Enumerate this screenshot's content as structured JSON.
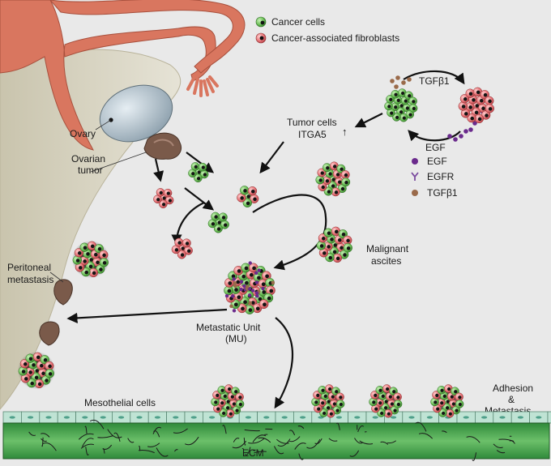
{
  "legend": {
    "cancer_cells": "Cancer cells",
    "cafs": "Cancer-associated fibroblasts",
    "egf": "EGF",
    "egfr": "EGFR",
    "tgfb1": "TGFβ1"
  },
  "loop": {
    "top_label": "TGFβ1",
    "bottom_label": "EGF"
  },
  "labels": {
    "ovary": "Ovary",
    "tumor_line1": "Ovarian",
    "tumor_line2": "tumor",
    "tumor_cells_line1": "Tumor cells",
    "tumor_cells_line2": "ITGA5",
    "up_arrow": "↑",
    "malignant_line1": "Malignant",
    "malignant_line2": "ascites",
    "peritoneal_line1": "Peritoneal",
    "peritoneal_line2": "metastasis",
    "mu_line1": "Metastatic Unit",
    "mu_line2": "(MU)",
    "mesothelial": "Mesothelial cells",
    "adhesion_line1": "Adhesion",
    "adhesion_line2": "&",
    "adhesion_line3": "Metastasis",
    "ecm": "ECM"
  },
  "colors": {
    "background": "#e9e9e9",
    "cancer_cell": "#6fc05a",
    "caf": "#e8767a",
    "nucleus": "#151515",
    "egf": "#6a2a8c",
    "egfr": "#7a4a9e",
    "tgfb1": "#9a6a4a",
    "uterus": "#d9765f",
    "peritoneum": "#ddd9c8",
    "ovary": "#a8b7c2",
    "tumor": "#7a5a4a",
    "ecm": "#3f9a4a",
    "mesothelial": "#bfe3d4"
  }
}
